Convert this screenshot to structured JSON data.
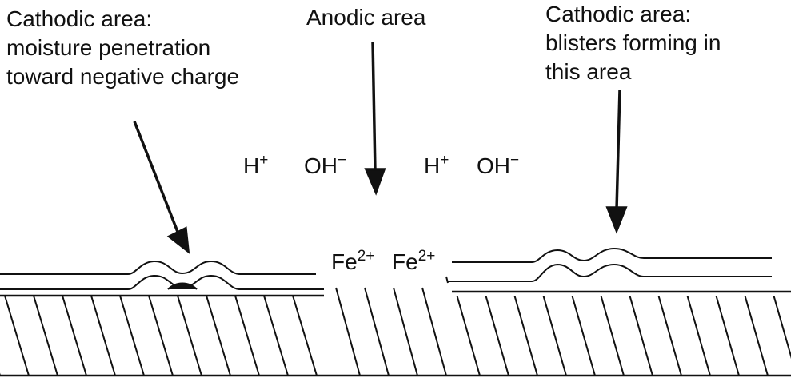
{
  "labels": {
    "cathodic_left": {
      "line1": "Cathodic area:",
      "line2": "moisture penetration",
      "line3": "toward negative charge"
    },
    "anodic": "Anodic area",
    "cathodic_right": {
      "line1": "Cathodic area:",
      "line2": "blisters forming in",
      "line3": "this area"
    }
  },
  "ions": {
    "h1": {
      "base": "H",
      "charge": "+"
    },
    "oh1": {
      "base": "OH",
      "charge": "−"
    },
    "h2": {
      "base": "H",
      "charge": "+"
    },
    "oh2": {
      "base": "OH",
      "charge": "−"
    },
    "fe1": {
      "base": "Fe",
      "charge": "2+"
    },
    "fe2": {
      "base": "Fe",
      "charge": "2+"
    }
  },
  "colors": {
    "ink": "#111111",
    "background": "#ffffff"
  }
}
